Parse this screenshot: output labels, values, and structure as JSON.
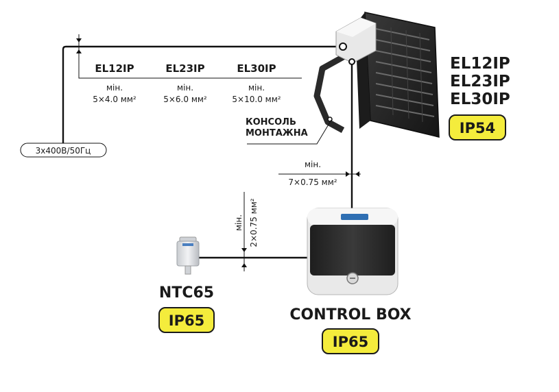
{
  "supply": {
    "label": "3x400В/50Гц"
  },
  "models_table": [
    {
      "model": "EL12IP",
      "min_label": "мін.",
      "cable": "5×4.0 мм²"
    },
    {
      "model": "EL23IP",
      "min_label": "мін.",
      "cable": "5×6.0 мм²"
    },
    {
      "model": "EL30IP",
      "min_label": "мін.",
      "cable": "5×10.0 мм²"
    }
  ],
  "heater": {
    "models": [
      "EL12IP",
      "EL23IP",
      "EL30IP"
    ],
    "ip_rating": "IP54",
    "bracket_label_line1": "КОНСОЛЬ",
    "bracket_label_line2": "МОНТАЖНА"
  },
  "control_cable": {
    "min_label": "мін.",
    "cable": "7×0.75 мм²"
  },
  "sensor_cable": {
    "min_label": "мін.",
    "cable": "2×0.75 мм²"
  },
  "sensor": {
    "name": "NTC65",
    "ip_rating": "IP65"
  },
  "control_box": {
    "name": "CONTROL BOX",
    "ip_rating": "IP65"
  },
  "colors": {
    "badge_fill": "#f4ec3c",
    "badge_border": "#1a1a1a",
    "device_dark": "#2b2b2b",
    "device_light": "#eeeeee",
    "wire": "#111111"
  }
}
